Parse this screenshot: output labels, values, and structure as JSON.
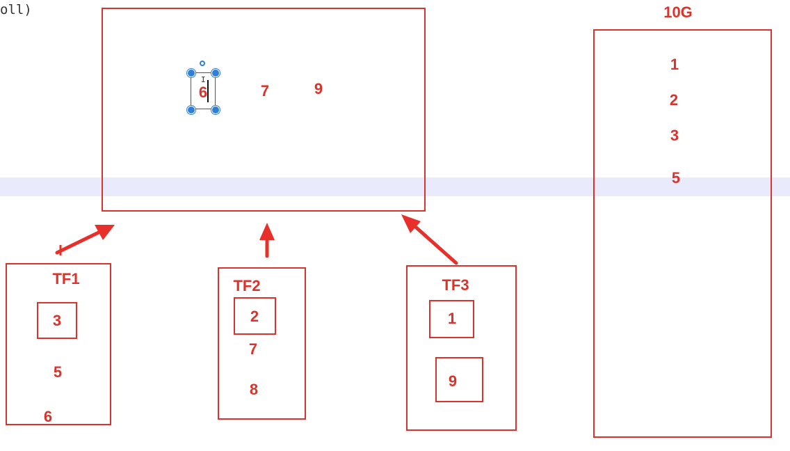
{
  "code_fragment": "oll)",
  "colors": {
    "accent": "#d9332b",
    "highlight": "#e9ebfc",
    "selection": "#2f7fd8"
  },
  "top_box": {
    "items": [
      "6",
      "7",
      "9"
    ]
  },
  "storage": {
    "title": "10G",
    "items": [
      "1",
      "2",
      "3",
      "5"
    ]
  },
  "tf1": {
    "title": "TF1",
    "boxed": [
      "3"
    ],
    "items": [
      "5",
      "6"
    ]
  },
  "tf2": {
    "title": "TF2",
    "boxed": [
      "2"
    ],
    "items": [
      "7",
      "8"
    ]
  },
  "tf3": {
    "title": "TF3",
    "boxed": [
      "1",
      "9"
    ],
    "items": []
  },
  "icons": {
    "arrow": "arrow-up-icon",
    "handles": "resize-handle-icon",
    "rotate": "rotate-handle-icon"
  }
}
